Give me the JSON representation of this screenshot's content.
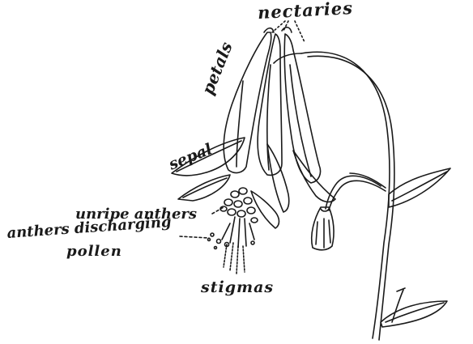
{
  "labels": {
    "nectaries": "nectaries",
    "petals": "petals",
    "sepal": "sepal",
    "unripe_anthers": "unripe anthers",
    "anthers_discharging": "anthers discharging",
    "pollen": "pollen",
    "stigmas": "stigmas"
  },
  "colors": {
    "ink": "#1a1a1a",
    "background": "#ffffff"
  }
}
